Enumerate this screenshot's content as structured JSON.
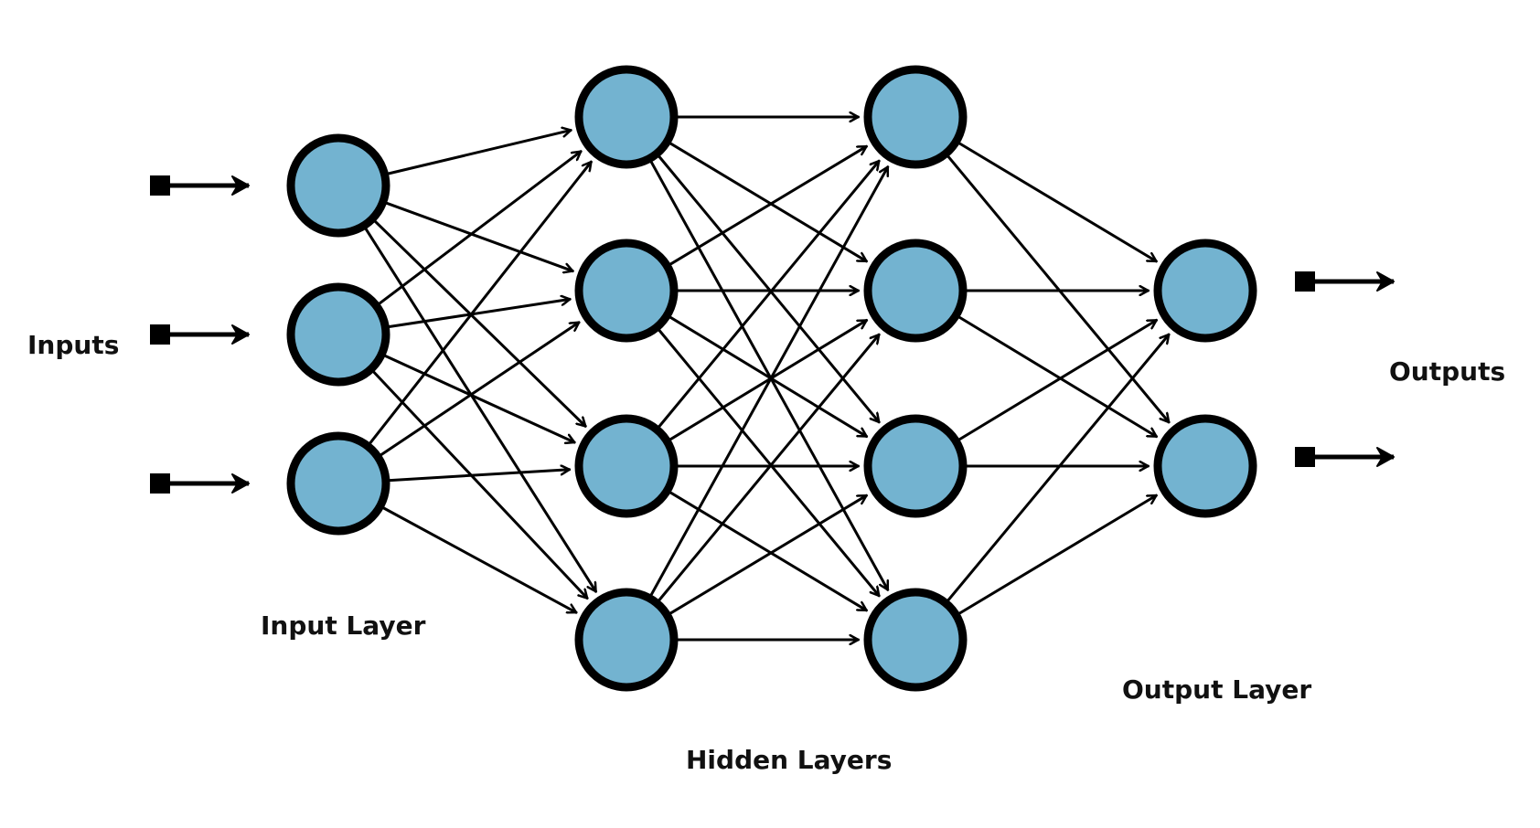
{
  "labels": {
    "inputs": "Inputs",
    "outputs": "Outputs",
    "input_layer": "Input Layer",
    "hidden_layers": "Hidden Layers",
    "output_layer": "Output Layer"
  },
  "colors": {
    "node_fill": "#73b3d0",
    "stroke": "#000000",
    "text": "#111111"
  },
  "network": {
    "layers": [
      {
        "name": "input-layer",
        "nodes": 3
      },
      {
        "name": "hidden-layer-1",
        "nodes": 4
      },
      {
        "name": "hidden-layer-2",
        "nodes": 4
      },
      {
        "name": "output-layer",
        "nodes": 2
      }
    ],
    "connectivity": "fully-connected",
    "input_signals": 3,
    "output_signals": 2
  }
}
